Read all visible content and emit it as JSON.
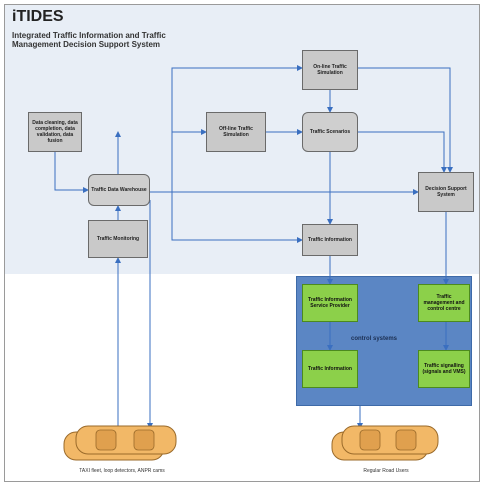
{
  "header": {
    "title": "iTIDES",
    "subtitle": "Integrated Traffic Information and Traffic Management Decision Support System"
  },
  "boxes": {
    "cleaning": "Data cleaning, data completion, data validation, data fusion",
    "warehouse": "Traffic Data Warehouse",
    "monitoring": "Traffic Monitoring",
    "offline_sim": "Off-line Traffic Simulation",
    "online_sim": "On-line Traffic Simulation",
    "scenarios": "Traffic Scenarios",
    "information": "Traffic Information",
    "dss": "Decision Support System"
  },
  "control": {
    "label": "control systems",
    "tisp": "Traffic Information Service Provider",
    "tmcc": "Traffic management and control centre",
    "info": "Traffic Information",
    "signalling": "Traffic signalling (signals and VMS)"
  },
  "captions": {
    "left_cars": "TAXI fleet, loop detectors, ANPR cams",
    "right_cars": "Regular Road Users"
  },
  "colors": {
    "panel": "#e8eef6",
    "control_panel": "#5b86c4",
    "green": "#8cd04a",
    "arrow": "#3a6fc0"
  }
}
